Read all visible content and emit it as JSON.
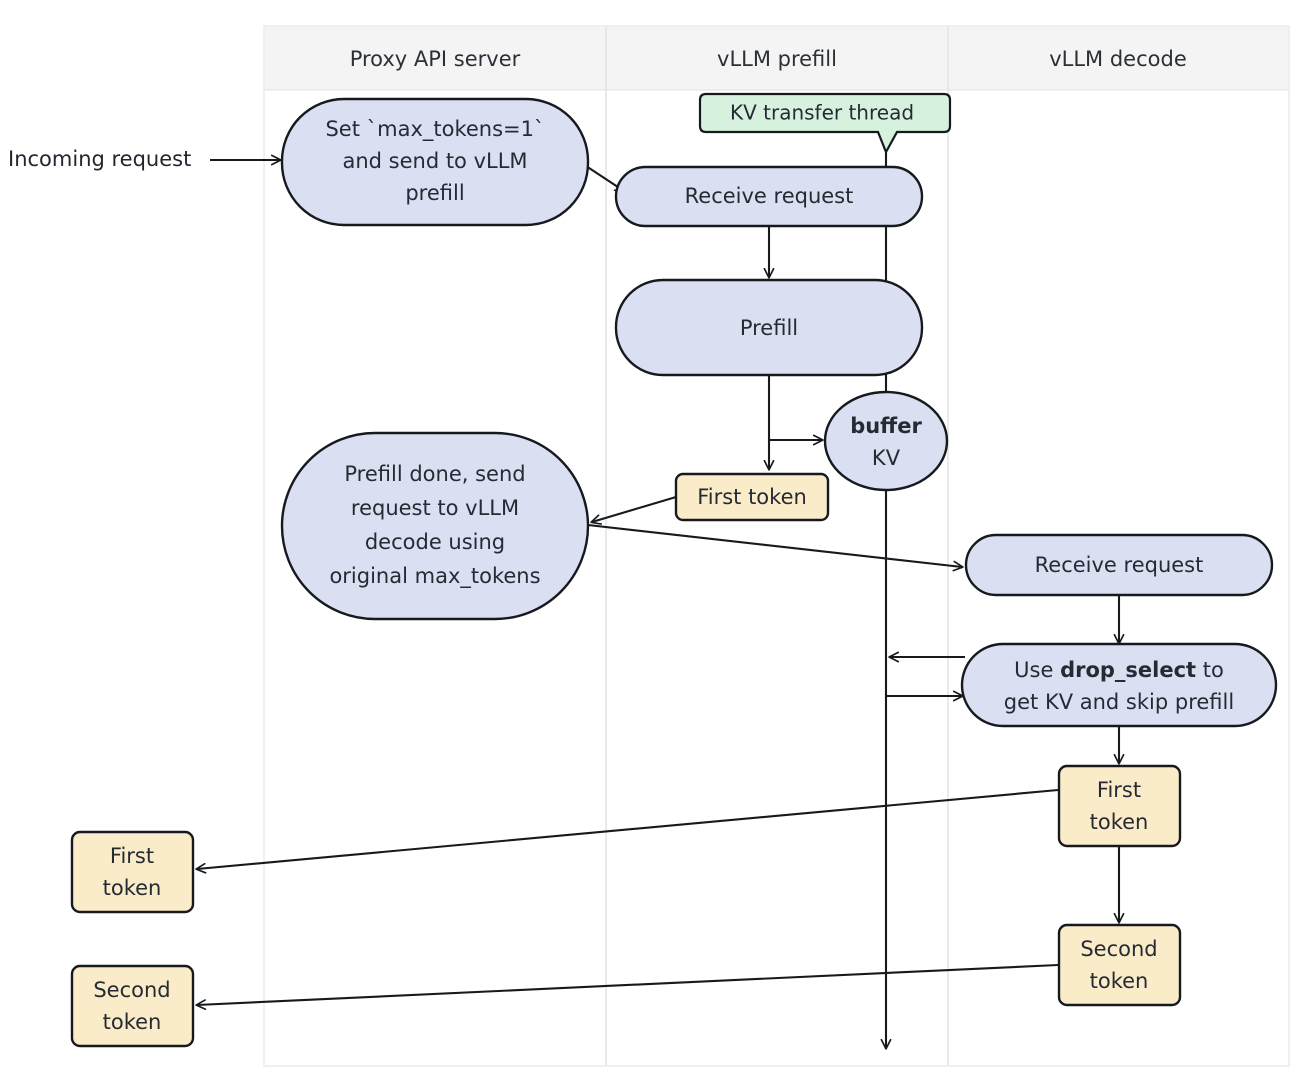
{
  "diagram": {
    "title_visible": false,
    "colors": {
      "node_blue_fill": "#dadff2",
      "node_green_fill": "#d6f2de",
      "node_yellow_fill": "#fbecc9",
      "node_stroke": "#16191d",
      "lane_header_fill": "#f4f4f4",
      "lane_divider": "#e4e4e4",
      "page_background": "#ffffff",
      "text": "#262b33"
    },
    "lanes": [
      {
        "id": "proxy",
        "label": "Proxy API server"
      },
      {
        "id": "prefill",
        "label": "vLLM prefill"
      },
      {
        "id": "decode",
        "label": "vLLM decode"
      }
    ],
    "external_labels": [
      {
        "id": "incoming-request",
        "text": "Incoming request"
      }
    ],
    "nodes": [
      {
        "id": "set-max-tokens",
        "lane": "proxy",
        "shape": "stadium",
        "color": "blue",
        "lines": [
          "Set `max_tokens=1`",
          "and send to vLLM",
          "prefill"
        ]
      },
      {
        "id": "kv-transfer-thread",
        "lane": "prefill",
        "shape": "note",
        "color": "green",
        "lines": [
          "KV transfer thread"
        ]
      },
      {
        "id": "prefill-receive-request",
        "lane": "prefill",
        "shape": "stadium",
        "color": "blue",
        "lines": [
          "Receive request"
        ]
      },
      {
        "id": "prefill",
        "lane": "prefill",
        "shape": "stadium",
        "color": "blue",
        "lines": [
          "Prefill"
        ]
      },
      {
        "id": "buffer-kv",
        "lane": "prefill",
        "shape": "circle",
        "color": "blue",
        "lines": [
          "buffer",
          "KV"
        ],
        "bold_lines": [
          0
        ]
      },
      {
        "id": "prefill-first-token",
        "lane": "prefill",
        "shape": "rect",
        "color": "yellow",
        "lines": [
          "First token"
        ]
      },
      {
        "id": "prefill-done",
        "lane": "proxy",
        "shape": "stadium",
        "color": "blue",
        "lines": [
          "Prefill done, send",
          "request to vLLM",
          "decode using",
          "original max_tokens"
        ]
      },
      {
        "id": "decode-receive-request",
        "lane": "decode",
        "shape": "stadium",
        "color": "blue",
        "lines": [
          "Receive request"
        ]
      },
      {
        "id": "use-drop-select",
        "lane": "decode",
        "shape": "stadium",
        "color": "blue",
        "lines": [
          "Use drop_select to",
          "get KV and skip prefill"
        ],
        "rich": [
          [
            {
              "t": "Use ",
              "b": false
            },
            {
              "t": "drop_select",
              "b": true
            },
            {
              "t": " to",
              "b": false
            }
          ],
          [
            {
              "t": "get KV and skip prefill",
              "b": false
            }
          ]
        ]
      },
      {
        "id": "decode-first-token",
        "lane": "decode",
        "shape": "rect",
        "color": "yellow",
        "lines": [
          "First",
          "token"
        ]
      },
      {
        "id": "decode-second-token",
        "lane": "decode",
        "shape": "rect",
        "color": "yellow",
        "lines": [
          "Second",
          "token"
        ]
      },
      {
        "id": "out-first-token",
        "lane": "external",
        "shape": "rect",
        "color": "yellow",
        "lines": [
          "First",
          "token"
        ]
      },
      {
        "id": "out-second-token",
        "lane": "external",
        "shape": "rect",
        "color": "yellow",
        "lines": [
          "Second",
          "token"
        ]
      }
    ],
    "edges": [
      {
        "id": "edge-incoming-to-set",
        "from": "incoming-request",
        "to": "set-max-tokens",
        "label": ""
      },
      {
        "id": "edge-set-to-prefill-receive",
        "from": "set-max-tokens",
        "to": "prefill-receive-request",
        "label": ""
      },
      {
        "id": "edge-prefill-receive-to-prefill",
        "from": "prefill-receive-request",
        "to": "prefill",
        "label": ""
      },
      {
        "id": "edge-prefill-to-first-token",
        "from": "prefill",
        "to": "prefill-first-token",
        "label": ""
      },
      {
        "id": "edge-prefill-to-buffer",
        "from": "prefill",
        "to": "buffer-kv",
        "label": ""
      },
      {
        "id": "edge-first-token-to-prefill-done",
        "from": "prefill-first-token",
        "to": "prefill-done",
        "label": ""
      },
      {
        "id": "edge-prefill-done-to-decode-receive",
        "from": "prefill-done",
        "to": "decode-receive-request",
        "label": ""
      },
      {
        "id": "edge-decode-receive-to-drop-select",
        "from": "decode-receive-request",
        "to": "use-drop-select",
        "label": ""
      },
      {
        "id": "edge-drop-select-to-kv-thread",
        "from": "use-drop-select",
        "to": "kv-transfer-thread",
        "label": ""
      },
      {
        "id": "edge-kv-thread-to-drop-select",
        "from": "kv-transfer-thread",
        "to": "use-drop-select",
        "label": ""
      },
      {
        "id": "edge-drop-select-to-decode-first",
        "from": "use-drop-select",
        "to": "decode-first-token",
        "label": ""
      },
      {
        "id": "edge-decode-first-to-decode-second",
        "from": "decode-first-token",
        "to": "decode-second-token",
        "label": ""
      },
      {
        "id": "edge-decode-first-to-out-first",
        "from": "decode-first-token",
        "to": "out-first-token",
        "label": ""
      },
      {
        "id": "edge-decode-second-to-out-second",
        "from": "decode-second-token",
        "to": "out-second-token",
        "label": ""
      },
      {
        "id": "edge-kv-thread-lifeline",
        "from": "kv-transfer-thread",
        "to": "end",
        "label": ""
      }
    ]
  }
}
